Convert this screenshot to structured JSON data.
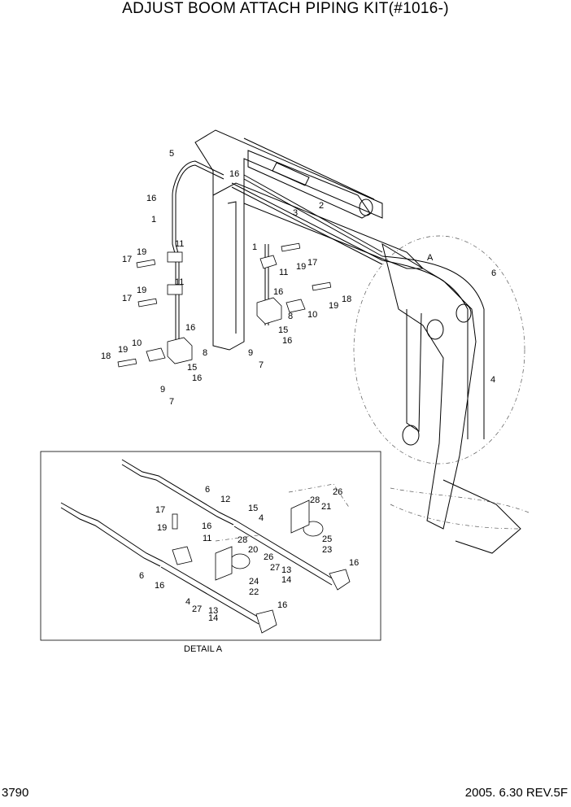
{
  "header": {
    "title": "ADJUST BOOM ATTACH PIPING KIT(#1016-)"
  },
  "footer": {
    "page_number": "3790",
    "date_rev": "2005. 6.30  REV.5F"
  },
  "detail": {
    "caption": "DETAIL A",
    "view_label": "A"
  },
  "callouts_main": [
    "5",
    "16",
    "16",
    "1",
    "17",
    "19",
    "11",
    "17",
    "19",
    "11",
    "16",
    "8",
    "19",
    "10",
    "18",
    "15",
    "16",
    "9",
    "7",
    "2",
    "3",
    "1",
    "17",
    "11",
    "19",
    "16",
    "8",
    "10",
    "19",
    "18",
    "15",
    "16",
    "9",
    "7",
    "6",
    "4"
  ],
  "callouts_detail": [
    "6",
    "12",
    "15",
    "17",
    "19",
    "16",
    "11",
    "6",
    "16",
    "4",
    "28",
    "26",
    "21",
    "28",
    "20",
    "25",
    "23",
    "16",
    "26",
    "27",
    "13",
    "14",
    "24",
    "22",
    "4",
    "27",
    "13",
    "14",
    "16"
  ]
}
